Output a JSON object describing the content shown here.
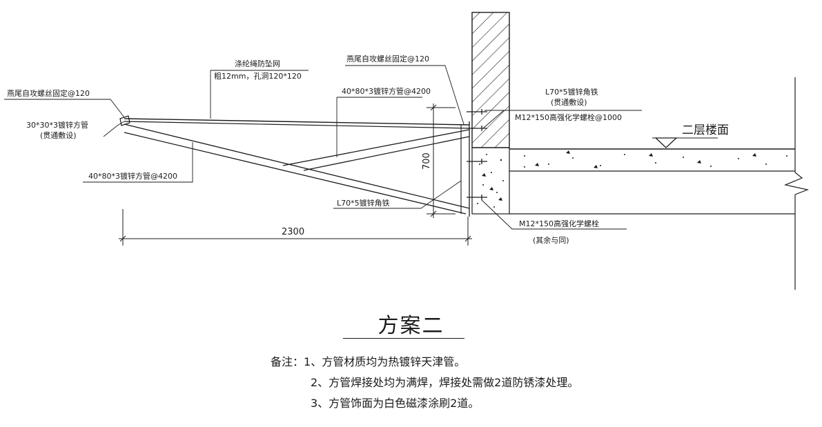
{
  "labels": {
    "net_title": "涤纶绳防坠网",
    "net_spec": "粗12mm，孔洞120*120",
    "screw_left": "燕尾自攻螺丝固定@120",
    "screw_top": "燕尾自攻螺丝固定@120",
    "tube_30_line1": "30*30*3镀锌方管",
    "tube_30_line2": "(贯通敷设)",
    "tube_40_upper": "40*80*3镀锌方管@4200",
    "tube_40_lower": "40*80*3镀锌方管@4200",
    "angle_upper_line1": "L70*5镀锌角铁",
    "angle_upper_line2": "(贯通敷设)",
    "bolt_upper": "M12*150高强化学螺栓@1000",
    "angle_lower": "L70*5镀锌角铁",
    "bolt_lower_line1": "M12*150高强化学螺栓",
    "bolt_lower_line2": "(其余与同)",
    "dim_height": "700",
    "dim_width": "2300",
    "floor_label": "二层楼面"
  },
  "title": "方案二",
  "notes": {
    "prefix": "备注：",
    "items": [
      "1、方管材质均为热镀锌天津管。",
      "2、方管焊接处均为满焊，焊接处需做2道防锈漆处理。",
      "3、方管饰面为白色磁漆涂刷2道。"
    ]
  }
}
